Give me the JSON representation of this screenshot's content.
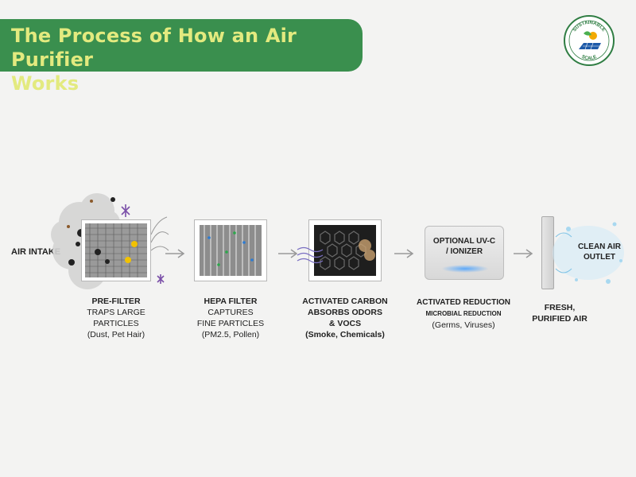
{
  "title": {
    "line1": "The Process of How an Air Purifier",
    "line2": "Works"
  },
  "logo": {
    "top_text": "SUSTAINABLE",
    "bottom_text": "SCALE",
    "icon": "solar-panel-sun-leaf-logo"
  },
  "colors": {
    "banner": "#3a8f4e",
    "title_text": "#e3ea7f",
    "air_flow": "#7a6fc2",
    "uv_glow": "#46a0ff",
    "clean_air": "#a8d8f0"
  },
  "intake": {
    "label": "AIR INTAKE"
  },
  "stages": [
    {
      "name": "PRE-FILTER",
      "lines": [
        "TRAPS LARGE",
        "PARTICLES",
        "(Dust, Pet Hair)"
      ]
    },
    {
      "name": "HEPA FILTER",
      "lines": [
        "CAPTURES",
        "FINE PARTICLES",
        "(PM2.5, Pollen)"
      ]
    },
    {
      "name": "ACTIVATED CARBON",
      "lines": [
        "ABSORBS ODORS",
        "& VOCS",
        "(Smoke, Chemicals)"
      ]
    },
    {
      "name": "ACTIVATED REDUCTION",
      "small": "MICROBIAL REDUCTION",
      "lines": [
        "(Germs, Viruses)"
      ],
      "box_label_1": "OPTIONAL UV-C",
      "box_label_2": "/ IONIZER"
    },
    {
      "name": "FRESH,",
      "lines": [
        "PURIFIED AIR"
      ],
      "box_label_1": "CLEAN AIR",
      "box_label_2": "OUTLET"
    }
  ]
}
